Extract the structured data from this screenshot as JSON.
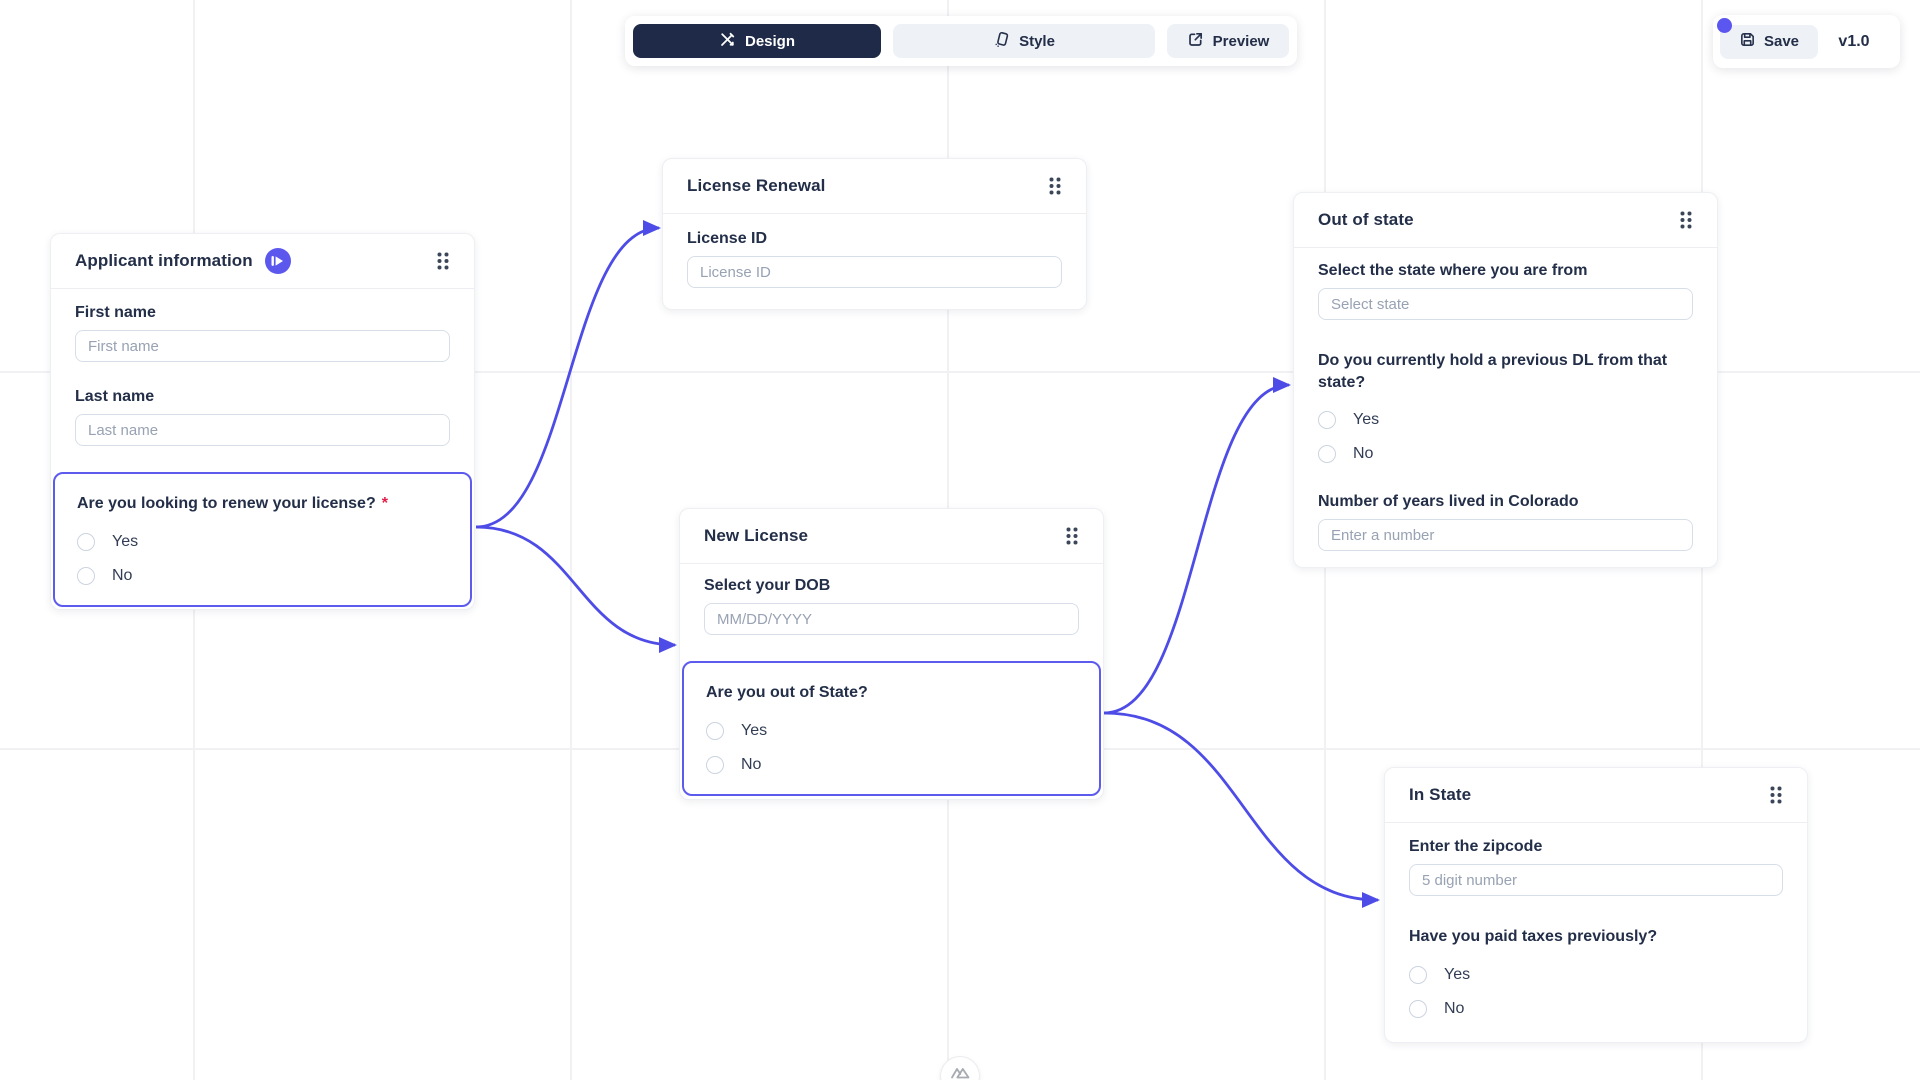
{
  "toolbar": {
    "design_label": "Design",
    "style_label": "Style",
    "preview_label": "Preview"
  },
  "version_panel": {
    "save_label": "Save",
    "version_label": "v1.0"
  },
  "canvas": {
    "accent_color": "#4e4ce6",
    "highlight_color": "#5d5bee",
    "edges": [
      {
        "from": "applicant-renew-question",
        "to": "license-renewal-card"
      },
      {
        "from": "applicant-renew-question",
        "to": "new-license-card"
      },
      {
        "from": "out-of-state-question",
        "to": "out-of-state-card"
      },
      {
        "from": "out-of-state-question",
        "to": "in-state-card"
      }
    ],
    "icons": [
      "start-flag-icon",
      "drag-handle-icon",
      "design-tools-icon",
      "style-brush-icon",
      "preview-external-link-icon",
      "save-floppy-icon",
      "mountains-logo-icon"
    ]
  },
  "cards": {
    "applicant": {
      "title": "Applicant information",
      "fields": [
        {
          "label": "First name",
          "placeholder": "First name"
        },
        {
          "label": "Last name",
          "placeholder": "Last name"
        }
      ],
      "question": {
        "label": "Are you looking to renew your license?",
        "required_marker": "*",
        "options": [
          "Yes",
          "No"
        ]
      }
    },
    "license_renewal": {
      "title": "License Renewal",
      "fields": [
        {
          "label": "License ID",
          "placeholder": "License ID"
        }
      ]
    },
    "new_license": {
      "title": "New License",
      "fields": [
        {
          "label": "Select your DOB",
          "placeholder": "MM/DD/YYYY"
        }
      ],
      "question": {
        "label": "Are you out of State?",
        "options": [
          "Yes",
          "No"
        ]
      }
    },
    "out_of_state": {
      "title": "Out of state",
      "fields": [
        {
          "label": "Select the state where you are from",
          "placeholder": "Select state"
        },
        {
          "label": "Number of years lived in Colorado",
          "placeholder": "Enter a number"
        }
      ],
      "question": {
        "label": "Do you currently hold a previous DL from that state?",
        "options": [
          "Yes",
          "No"
        ]
      }
    },
    "in_state": {
      "title": "In State",
      "fields": [
        {
          "label": "Enter the zipcode",
          "placeholder": "5 digit number"
        }
      ],
      "question": {
        "label": "Have you paid taxes previously?",
        "options": [
          "Yes",
          "No"
        ]
      }
    }
  }
}
